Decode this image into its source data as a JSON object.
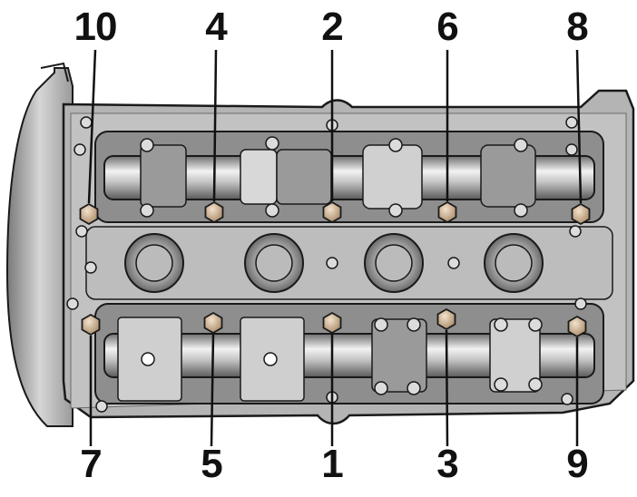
{
  "diagram": {
    "colors": {
      "head_fill": "#b9b9b9",
      "head_dark": "#8e8e8e",
      "metal_light": "#e2e2e2",
      "metal_mid": "#a6a6a6",
      "metal_dark": "#5c5c5c",
      "outline": "#1a1a1a",
      "bolt_highlight": "#d8bfa0",
      "bolt_highlight_dark": "#a88a68"
    },
    "top_labels": [
      "10",
      "4",
      "2",
      "6",
      "8"
    ],
    "bottom_labels": [
      "7",
      "5",
      "1",
      "3",
      "9"
    ]
  }
}
